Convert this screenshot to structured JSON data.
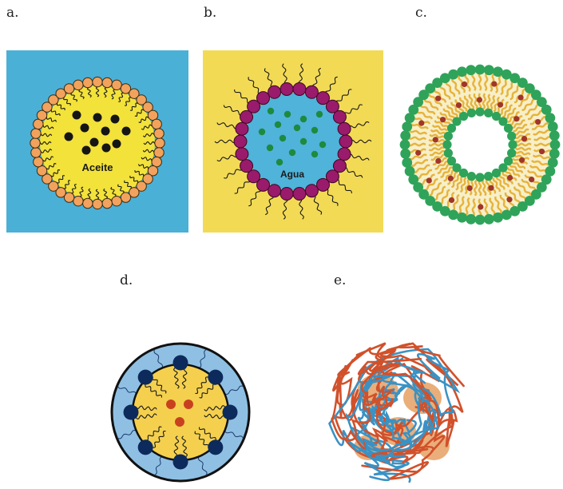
{
  "panels": {
    "a": {
      "label": "a.",
      "inner_text": "Aceite"
    },
    "b": {
      "label": "b.",
      "inner_text": "Agua"
    },
    "c": {
      "label": "c."
    },
    "d": {
      "label": "d."
    },
    "e": {
      "label": "e."
    }
  },
  "colors": {
    "panel_a_background": "#4bb0d6",
    "panel_a_core": "#f3e23a",
    "panel_a_heads": "#f2a25c",
    "panel_a_dots": "#151515",
    "panel_b_background": "#f3da55",
    "panel_b_core": "#4fb3da",
    "panel_b_heads": "#9a1a6b",
    "panel_b_dots": "#1e8a3e",
    "panel_c_heads": "#2fa35a",
    "panel_c_tails": "#e6b33c",
    "panel_c_fill": "#f7efc8",
    "panel_c_dots": "#a0362a",
    "panel_d_shell": "#8fc0e4",
    "panel_d_core": "#f4d04e",
    "panel_d_heads": "#0d2a5c",
    "panel_d_dots": "#c8411f",
    "panel_e_strand_1": "#3a92c4",
    "panel_e_strand_2": "#d1512b",
    "panel_e_blobs": "#e8a56b"
  }
}
